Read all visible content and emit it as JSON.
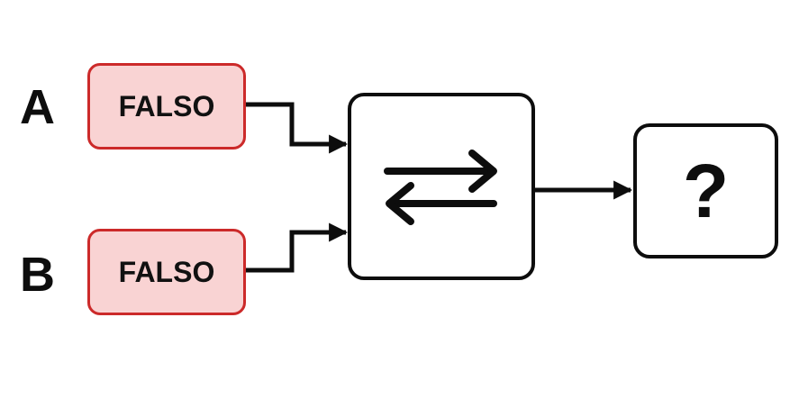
{
  "inputs": [
    {
      "label": "A",
      "value": "FALSO"
    },
    {
      "label": "B",
      "value": "FALSO"
    }
  ],
  "operator": {
    "icon": "swap-arrows-icon"
  },
  "output": {
    "text": "?"
  },
  "colors": {
    "input_fill": "#f9d3d3",
    "input_border": "#cc2a2a",
    "line": "#0d0d0d",
    "background": "#ffffff"
  }
}
